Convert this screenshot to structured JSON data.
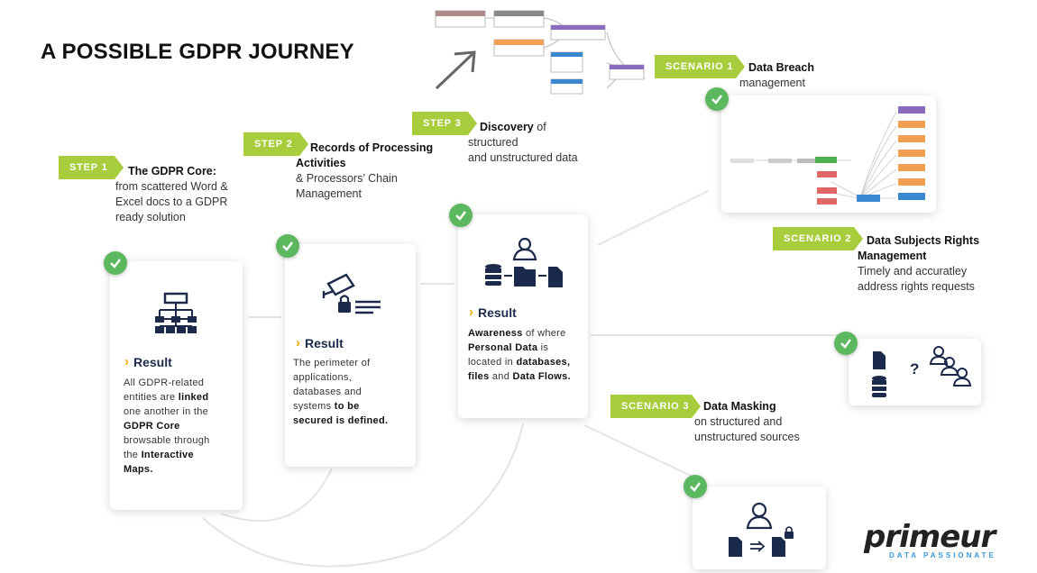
{
  "title": "A POSSIBLE GDPR JOURNEY",
  "colors": {
    "accent": "#a7cc3c",
    "check": "#5bb85f",
    "navy": "#1b2a4a",
    "chevron": "#f2a900"
  },
  "steps": [
    {
      "tag": "STEP 1",
      "head": "The GDPR Core:",
      "lines": [
        "from scattered Word &",
        "Excel docs to a GDPR",
        "ready solution"
      ]
    },
    {
      "tag": "STEP 2",
      "head": "Records of Processing",
      "head2": "Activities",
      "lines": [
        "& Processors’ Chain",
        "Management"
      ]
    },
    {
      "tag": "STEP 3",
      "head": "Discovery",
      "head_suffix": " of",
      "lines": [
        "structured",
        "and unstructured data"
      ]
    }
  ],
  "scenarios": [
    {
      "tag": "SCENARIO 1",
      "head": "Data Breach",
      "lines": [
        "management"
      ]
    },
    {
      "tag": "SCENARIO 2",
      "head": "Data Subjects Rights",
      "head2": "Management",
      "lines": [
        "Timely and accuratley",
        "address rights requests"
      ]
    },
    {
      "tag": "SCENARIO 3",
      "head": "Data Masking",
      "lines": [
        "on structured and",
        "unstructured sources"
      ]
    }
  ],
  "results": [
    {
      "label": "Result",
      "icon": "hierarchy-icon",
      "text": [
        [
          [
            "All GDPR-related",
            false
          ]
        ],
        [
          [
            "entities are ",
            false
          ],
          [
            "linked",
            true
          ]
        ],
        [
          [
            "one another in the",
            false
          ]
        ],
        [
          [
            "GDPR Core",
            true
          ]
        ],
        [
          [
            "browsable through",
            false
          ]
        ],
        [
          [
            "the ",
            false
          ],
          [
            "Interactive",
            true
          ]
        ],
        [
          [
            "Maps.",
            true
          ]
        ]
      ]
    },
    {
      "label": "Result",
      "icon": "camera-lock-icon",
      "text": [
        [
          [
            "The perimeter of",
            false
          ]
        ],
        [
          [
            "applications,",
            false
          ]
        ],
        [
          [
            "databases and",
            false
          ]
        ],
        [
          [
            "systems ",
            false
          ],
          [
            "to be",
            true
          ]
        ],
        [
          [
            "secured is defined.",
            true
          ]
        ]
      ]
    },
    {
      "label": "Result",
      "icon": "person-data-flow-icon",
      "text": [
        [
          [
            "Awareness",
            true
          ],
          [
            " of where",
            false
          ]
        ],
        [
          [
            "Personal Data",
            true
          ],
          [
            " is",
            false
          ]
        ],
        [
          [
            "located in ",
            false
          ],
          [
            "databases,",
            true
          ]
        ],
        [
          [
            "files",
            true
          ],
          [
            " and ",
            false
          ],
          [
            "Data Flows.",
            true
          ]
        ]
      ]
    }
  ],
  "scenario_cards": {
    "rights": {
      "question": "?"
    }
  },
  "logo": {
    "word": "primeur",
    "tagline": "DATA PASSIONATE"
  }
}
